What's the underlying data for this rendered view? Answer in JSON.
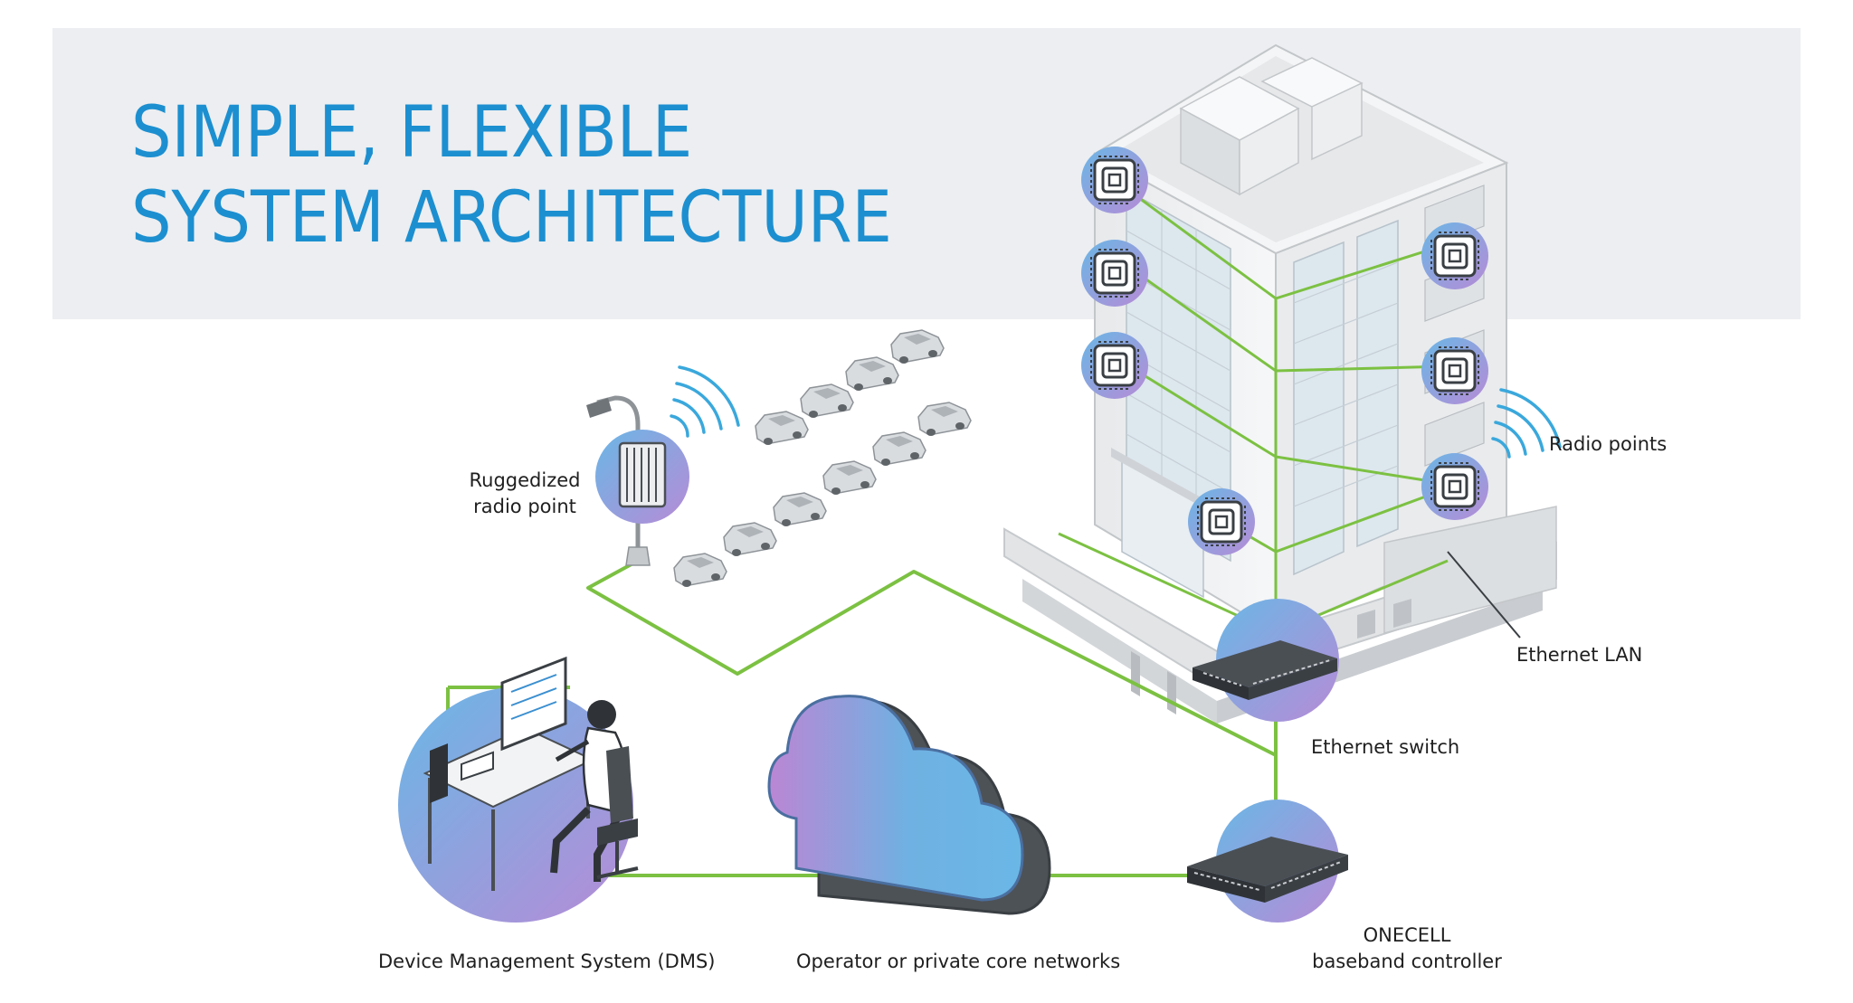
{
  "title": {
    "line1": "SIMPLE, FLEXIBLE",
    "line2": "SYSTEM ARCHITECTURE"
  },
  "labels": {
    "ruggedized": [
      "Ruggedized",
      "radio point"
    ],
    "radio_points": "Radio points",
    "ethernet_lan": "Ethernet LAN",
    "ethernet_switch": "Ethernet switch",
    "controller": [
      "ONECELL",
      "baseband controller"
    ],
    "dms": "Device Management System (DMS)",
    "core": "Operator or private core networks"
  },
  "colors": {
    "title": "#1c8fd0",
    "header_band": "#eceef1",
    "link_line": "#7cc142",
    "wave": "#3aa8dc",
    "gradient_start": "#6ab7e6",
    "gradient_end": "#b78bd6"
  },
  "icons": [
    "radio-point-icon",
    "ruggedized-radio-icon",
    "ethernet-switch-icon",
    "baseband-controller-icon",
    "cloud-icon",
    "operator-workstation-icon",
    "building-icon",
    "car-icon",
    "street-lamp-icon",
    "signal-wave-icon"
  ]
}
